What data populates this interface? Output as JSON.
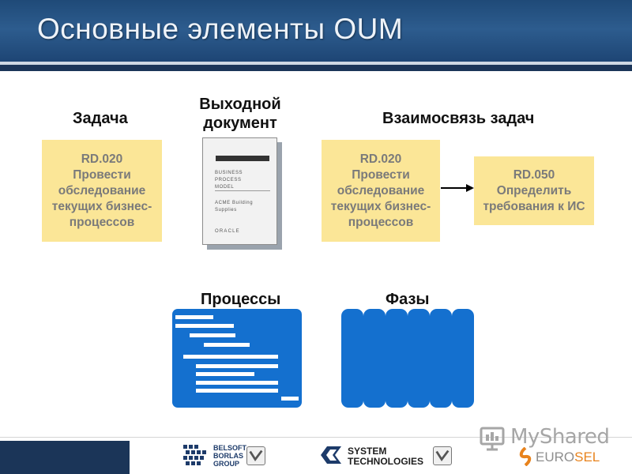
{
  "slide": {
    "title": "Основные элементы OUM"
  },
  "headings": {
    "task": "Задача",
    "output_doc_line1": "Выходной",
    "output_doc_line2": "документ",
    "relationship": "Взаимосвязь задач",
    "processes": "Процессы",
    "phases": "Фазы"
  },
  "task_box": {
    "code": "RD.020",
    "lines": [
      "Провести",
      "обследование",
      "текущих бизнес-",
      "процессов"
    ]
  },
  "related_task_1": {
    "code": "RD.020",
    "lines": [
      "Провести",
      "обследование",
      "текущих бизнес-",
      "процессов"
    ]
  },
  "related_task_2": {
    "code": "RD.050",
    "lines": [
      "Определить",
      "требования к ИС"
    ]
  },
  "document": {
    "line1": "BUSINESS",
    "line2": "PROCESS",
    "line3": "MODEL",
    "line4": "ACME Building",
    "line5": "Supplies",
    "brand": "ORACLE"
  },
  "footer": {
    "belsoft_line1": "BELSOFT",
    "belsoft_line2": "BORLAS",
    "belsoft_line3": "GROUP",
    "systech_line1": "SYSTEM",
    "systech_line2": "TECHNOLOGIES",
    "myshared": "MyShared",
    "eurosel_prefix": "EURO",
    "eurosel_suffix": "SEL"
  },
  "colors": {
    "header": "#2d5c8e",
    "task_fill": "#fbe697",
    "task_text": "#7a7a7a",
    "block_blue": "#1470cf",
    "footer_navy": "#1b3558"
  }
}
